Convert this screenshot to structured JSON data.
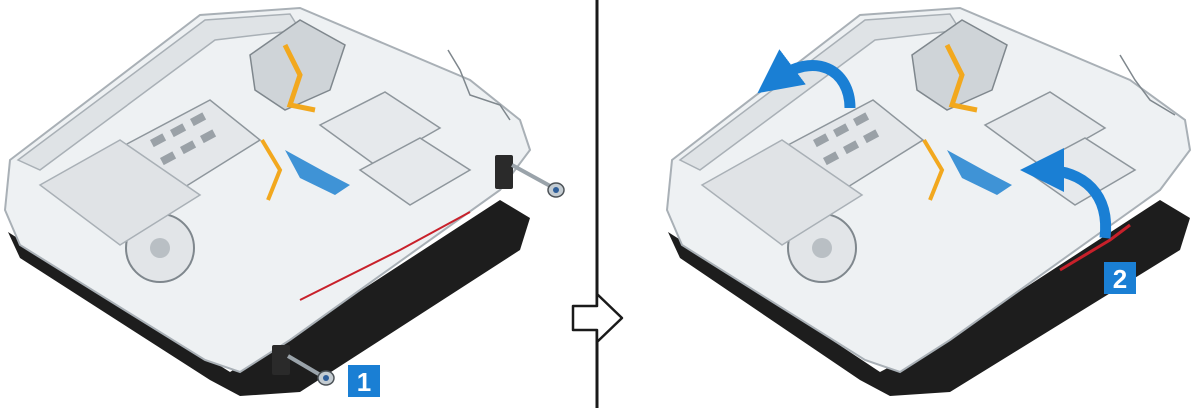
{
  "steps": [
    {
      "number": "1",
      "action": "remove-hinge-screws"
    },
    {
      "number": "2",
      "action": "lift-base-cover"
    }
  ],
  "colors": {
    "badge_blue": "#1a7fd4",
    "badge_text": "#ffffff",
    "rotate_arrow_blue": "#1a7fd4",
    "divider": "#1a1a1a",
    "chassis_outline": "#a9b0b6",
    "chassis_fill": "#eef1f3",
    "base_dark": "#1d1d1d",
    "ribbon_cable": "#f2a81e",
    "blue_cable": "#3f93d6",
    "red_cable": "#c8202a"
  },
  "icons": {
    "next_step": "hollow-right-arrow-icon",
    "rotate": "curved-rotate-arrow-icon",
    "screw": "hinge-screw-icon"
  }
}
